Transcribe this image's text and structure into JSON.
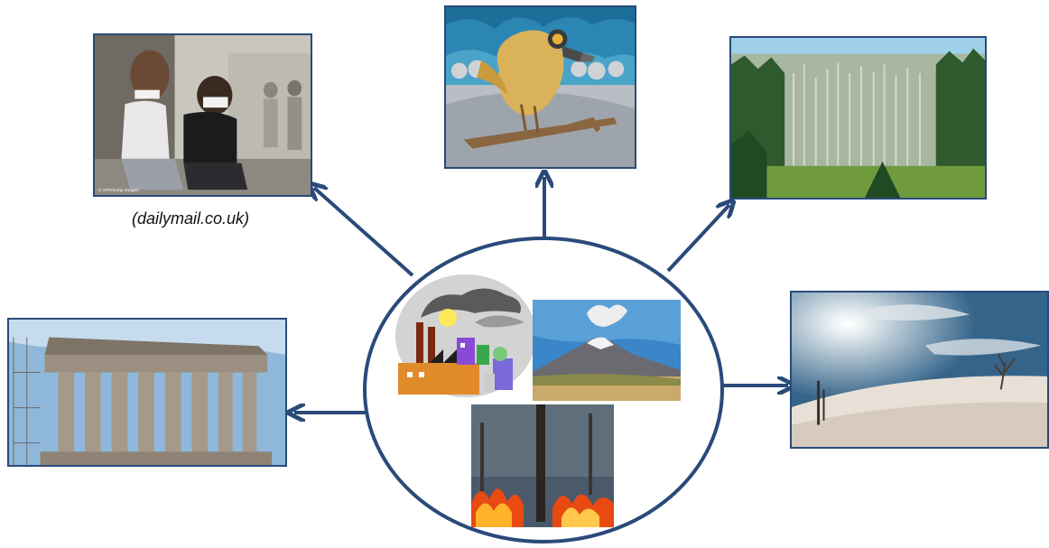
{
  "caption": "(dailymail.co.uk)",
  "photo_credit": "© AFP/Getty Images",
  "colors": {
    "arrow": "#2a4a7a",
    "circle": "#2a4a7a",
    "frame_border": "#2a4a7a"
  },
  "center_images": [
    {
      "name": "factory-clipart",
      "icon": "factory-icon"
    },
    {
      "name": "volcano-photo",
      "icon": "volcano-icon"
    },
    {
      "name": "forest-fire-photo",
      "icon": "fire-icon"
    }
  ],
  "outer_images": [
    {
      "name": "smog-masks-photo",
      "icon": "masked-people-icon"
    },
    {
      "name": "bird-gas-mask-illustration",
      "icon": "bird-icon"
    },
    {
      "name": "dead-forest-photo",
      "icon": "forest-icon"
    },
    {
      "name": "parthenon-photo",
      "icon": "temple-icon"
    },
    {
      "name": "hazy-sun-snow-photo",
      "icon": "sun-icon"
    }
  ]
}
